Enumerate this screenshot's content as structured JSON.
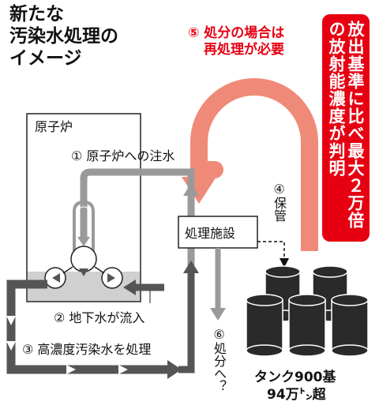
{
  "title_lines": [
    "新たな",
    "汚染水処理の",
    "イメージ"
  ],
  "reactor_label": "原子炉",
  "step1": "① 原子炉への注水",
  "step2": "② 地下水が流入",
  "step3": "③ 高濃度汚染水を処理",
  "step4": "④保管",
  "step5_lines": [
    "⑤ 処分の場合は",
    "再処理が必要"
  ],
  "step6": "⑥処分へ？",
  "facility_label": "処理施設",
  "tanks_lines": [
    "タンク900基",
    "94万㌧超"
  ],
  "banner_text": "放出基準に比べ最大２万倍の放射能濃度が判明",
  "colors": {
    "accent_red": "#e60012",
    "arrow_salmon": "#f08a78",
    "pipe_dark": "#555555",
    "pipe_light": "#9a9a9a",
    "water_gray": "#d0d0d0",
    "tank_dark": "#2a2a2a"
  }
}
